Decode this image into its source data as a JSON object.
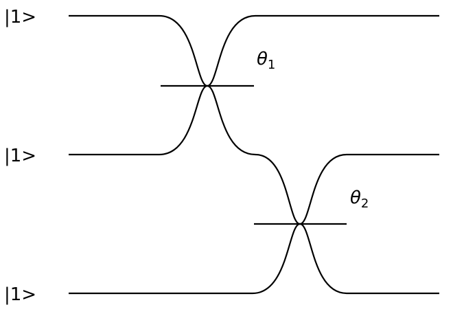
{
  "modes": [
    {
      "state": "|1>"
    },
    {
      "state": "|1>"
    },
    {
      "state": "|1>"
    }
  ],
  "beamsplitters": [
    {
      "symbol": "θ",
      "subscript": "1",
      "modes": [
        0,
        1
      ]
    },
    {
      "symbol": "θ",
      "subscript": "2",
      "modes": [
        1,
        2
      ]
    }
  ]
}
